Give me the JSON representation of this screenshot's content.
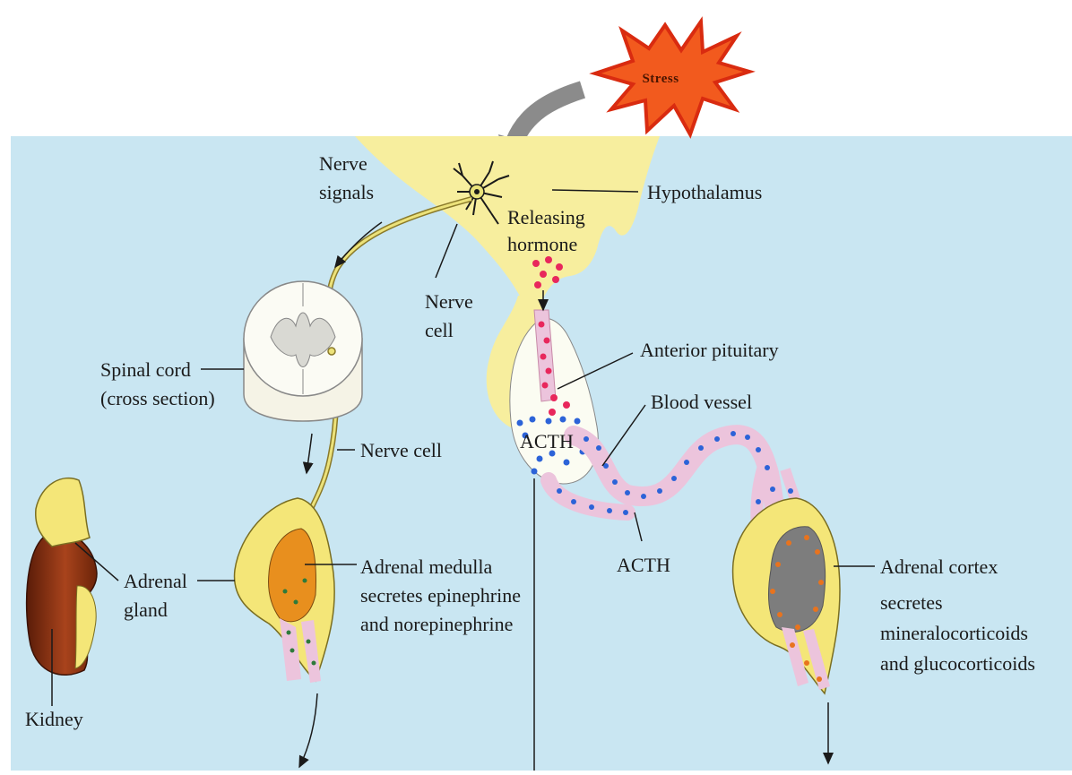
{
  "labels": {
    "stress": "Stress",
    "nerve_signals_1": "Nerve",
    "nerve_signals_2": "signals",
    "hypothalamus": "Hypothalamus",
    "releasing_hormone_1": "Releasing",
    "releasing_hormone_2": "hormone",
    "nerve_cell_top_1": "Nerve",
    "nerve_cell_top_2": "cell",
    "anterior_pituitary": "Anterior pituitary",
    "blood_vessel": "Blood vessel",
    "spinal_cord_1": "Spinal cord",
    "spinal_cord_2": "(cross section)",
    "nerve_cell_mid": "Nerve cell",
    "acth_in_gland": "ACTH",
    "acth_vessel": "ACTH",
    "adrenal_gland_1": "Adrenal",
    "adrenal_gland_2": "gland",
    "adrenal_medulla_1": "Adrenal medulla",
    "adrenal_medulla_2": "secretes epinephrine",
    "adrenal_medulla_3": "and norepinephrine",
    "adrenal_cortex_1": "Adrenal cortex",
    "adrenal_cortex_2": "secretes",
    "adrenal_cortex_3": "mineralocorticoids",
    "adrenal_cortex_4": "and glucocorticoids",
    "kidney": "Kidney"
  },
  "colors": {
    "background_water": "#c9e6f2",
    "brain_yellow": "#f7ee9e",
    "stress_fill": "#f25a1e",
    "stress_stroke": "#d92b10",
    "hormone_pink": "#e8275c",
    "acth_blue": "#2c63d8",
    "vessel_pink": "#ecc4dc",
    "kidney_brown": "#8a3214",
    "medulla_orange": "#e88f1e",
    "cortex_gray": "#7d7d7d"
  }
}
